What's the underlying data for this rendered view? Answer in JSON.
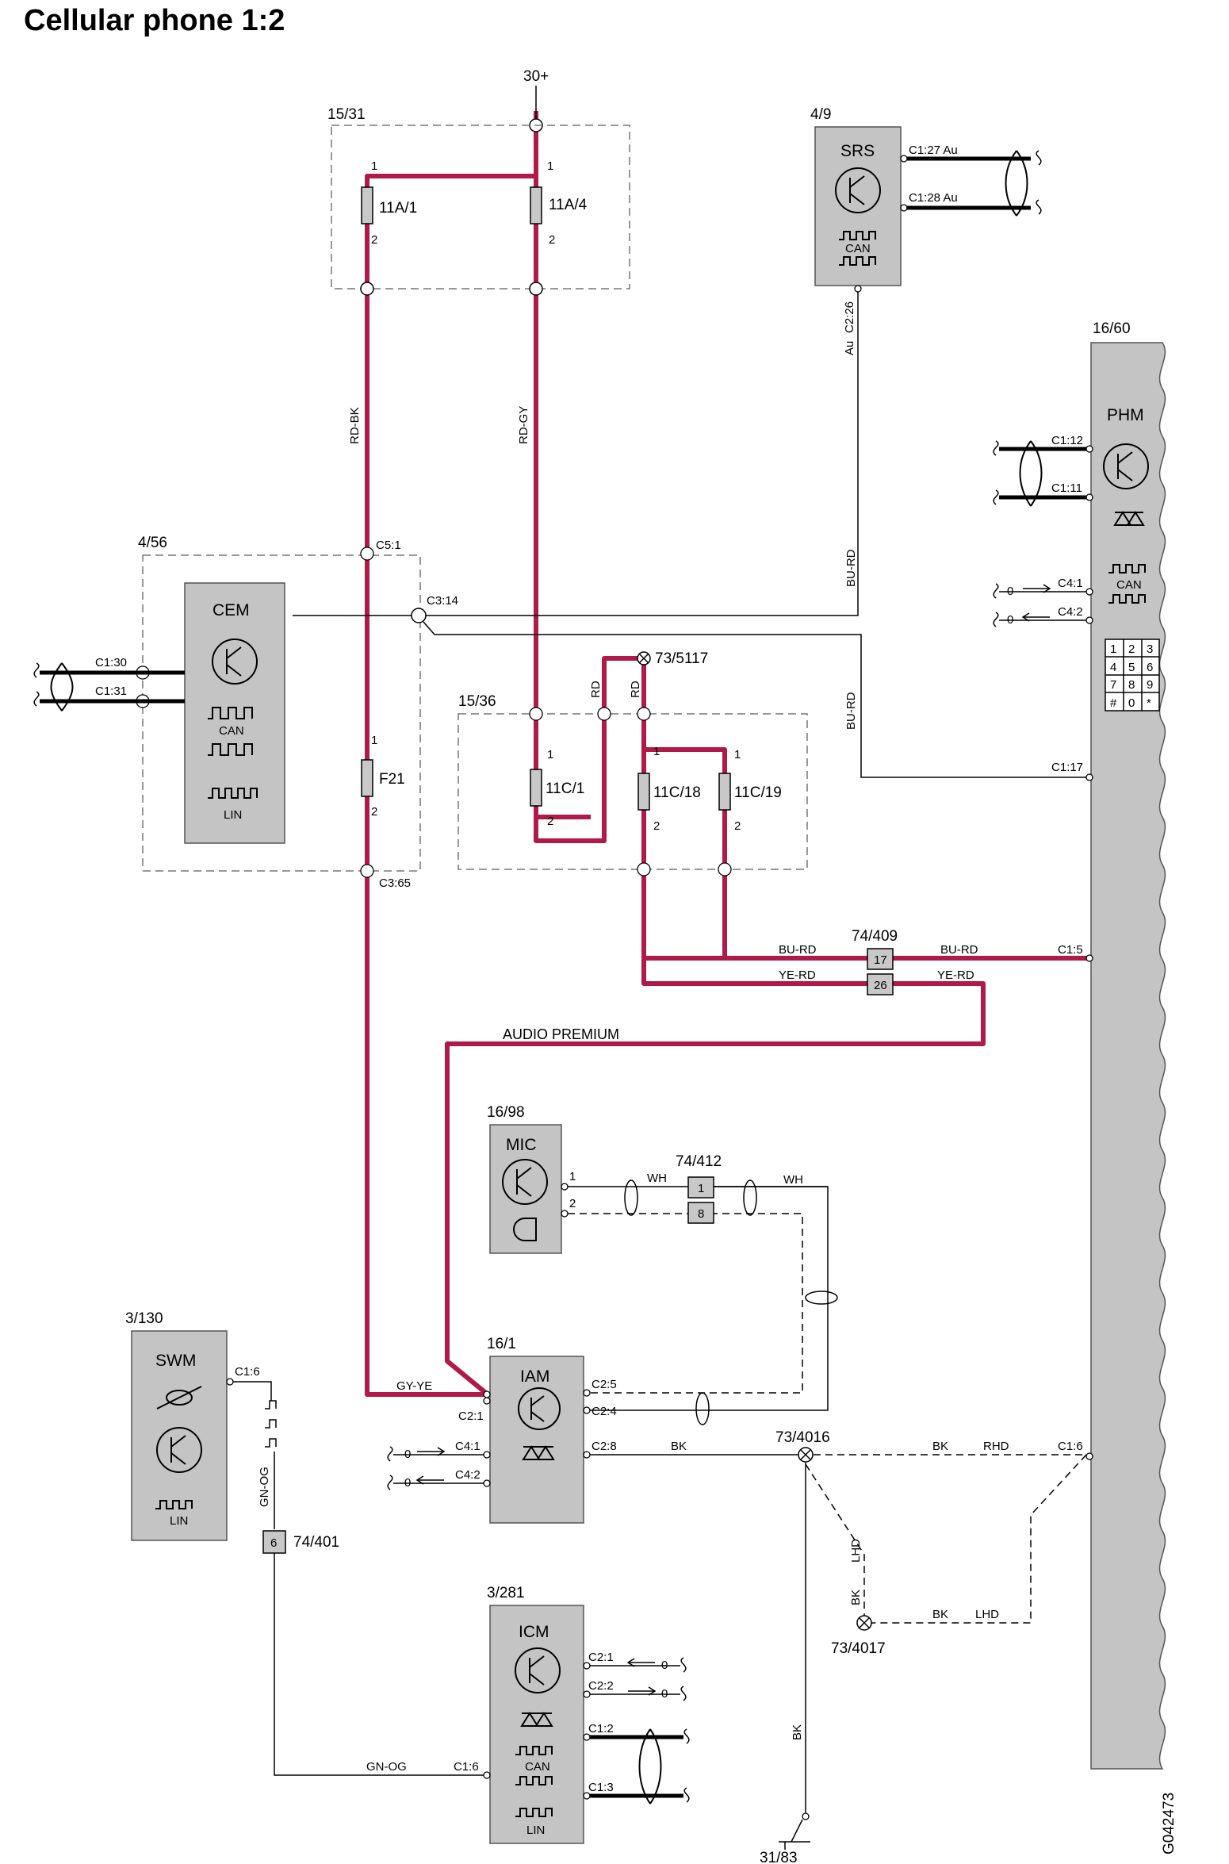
{
  "title": "Cellular phone 1:2",
  "drawing_id": "G042473",
  "supply": "30+",
  "ground": "31/83",
  "boxes": {
    "fusebox_a": "15/31",
    "fusebox_b": "15/36",
    "cem_box": "4/56"
  },
  "fuses": {
    "f1": "11A/1",
    "f2": "11A/4",
    "f3": "F21",
    "f4": "11C/1",
    "f5": "11C/18",
    "f6": "11C/19"
  },
  "pins": {
    "one": "1",
    "two": "2"
  },
  "modules": {
    "srs": {
      "ref": "4/9",
      "name": "SRS",
      "pin_a": "C1:27 Au",
      "pin_b": "C1:28 Au",
      "pin_c": "C2:26",
      "can": "CAN"
    },
    "cem": {
      "name": "CEM",
      "pin_a": "C1:30",
      "pin_b": "C1:31",
      "pin_c": "C5:1",
      "pin_d": "C3:14",
      "pin_e": "C3:65",
      "can": "CAN",
      "lin": "LIN"
    },
    "phm": {
      "ref": "16/60",
      "name": "PHM",
      "pin_a": "C1:12",
      "pin_b": "C1:11",
      "pin_c": "C4:1",
      "pin_d": "C4:2",
      "pin_e": "C1:17",
      "pin_f": "C1:5",
      "pin_g": "C1:6",
      "can": "CAN",
      "zero_a": "0",
      "zero_b": "0"
    },
    "mic": {
      "ref": "16/98",
      "name": "MIC",
      "pin_a": "1",
      "pin_b": "2"
    },
    "iam": {
      "ref": "16/1",
      "name": "IAM",
      "pin_a": "C2:1",
      "pin_b": "C2:5",
      "pin_c": "C2:4",
      "pin_d": "C2:8",
      "pin_e": "C4:1",
      "pin_f": "C4:2",
      "zero_a": "0",
      "zero_b": "0"
    },
    "swm": {
      "ref": "3/130",
      "name": "SWM",
      "pin_a": "C1:6",
      "lin": "LIN"
    },
    "icm": {
      "ref": "3/281",
      "name": "ICM",
      "pin_a": "C2:1",
      "pin_b": "C2:2",
      "pin_c": "C1:2",
      "pin_d": "C1:3",
      "pin_e": "C1:6",
      "can": "CAN",
      "lin": "LIN",
      "zero_a": "0",
      "zero_b": "0"
    }
  },
  "keypad": [
    "1",
    "2",
    "3",
    "4",
    "5",
    "6",
    "7",
    "8",
    "9",
    "#",
    "0",
    "*"
  ],
  "connectors": {
    "c409": {
      "ref": "74/409",
      "pin_a": "17",
      "pin_b": "26"
    },
    "c412": {
      "ref": "74/412",
      "pin_a": "1",
      "pin_b": "8"
    },
    "c401": {
      "ref": "74/401",
      "pin_a": "6"
    }
  },
  "splices": {
    "s5117": "73/5117",
    "s4016": "73/4016",
    "s4017": "73/4017"
  },
  "wires": {
    "rd_bk": "RD-BK",
    "rd_gy": "RD-GY",
    "au": "Au",
    "bu_rd": "BU-RD",
    "rd": "RD",
    "ye_rd": "YE-RD",
    "audio_premium": "AUDIO PREMIUM",
    "wh": "WH",
    "gy_ye": "GY-YE",
    "bk": "BK",
    "rhd": "RHD",
    "lhd": "LHD",
    "gn_og": "GN-OG"
  },
  "colors": {
    "power": "#b01a48",
    "module_fill": "#c4c4c4",
    "frame": "#777777"
  }
}
